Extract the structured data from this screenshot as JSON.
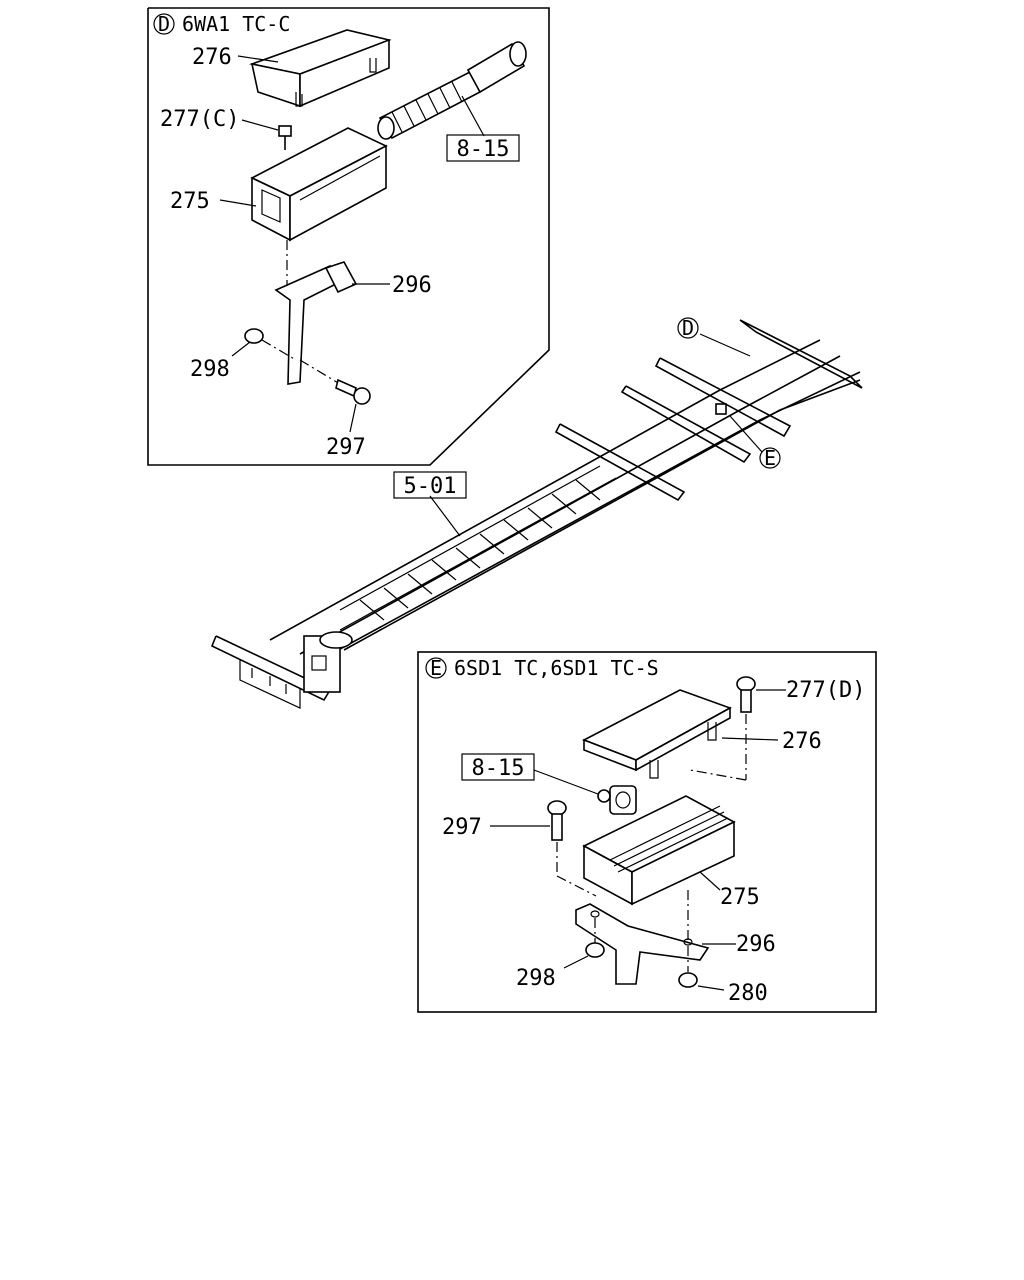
{
  "panel_d": {
    "marker": "D",
    "title": "6WA1 TC-C",
    "labels": {
      "p276": "276",
      "p277": "277(C)",
      "p275": "275",
      "p296": "296",
      "p298": "298",
      "p297": "297",
      "ref": "8-15"
    }
  },
  "frame": {
    "ref": "5-01",
    "marker_d": "D",
    "marker_e": "E"
  },
  "panel_e": {
    "marker": "E",
    "title": "6SD1 TC,6SD1 TC-S",
    "labels": {
      "p277": "277(D)",
      "p276": "276",
      "ref": "8-15",
      "p297": "297",
      "p275": "275",
      "p296": "296",
      "p298": "298",
      "p280": "280"
    }
  }
}
